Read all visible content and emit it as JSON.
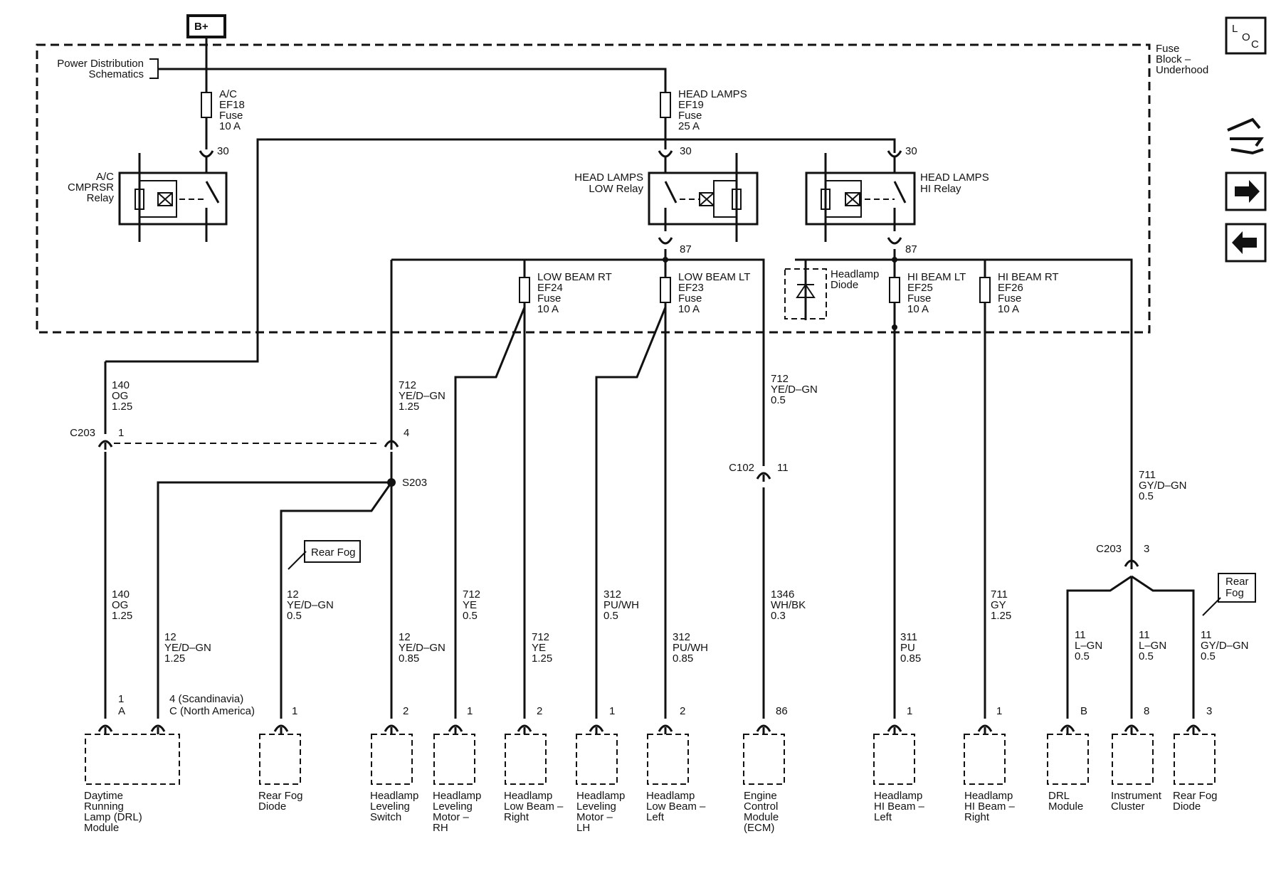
{
  "battery": "B+",
  "fuse_block": [
    "Fuse",
    "Block –",
    "Underhood"
  ],
  "power_distribution": [
    "Power Distribution",
    "Schematics"
  ],
  "fuses": {
    "ac": [
      "A/C",
      "EF18",
      "Fuse",
      "10 A"
    ],
    "head_lamps": [
      "HEAD LAMPS",
      "EF19",
      "Fuse",
      "25 A"
    ],
    "low_beam_rt": [
      "LOW BEAM RT",
      "EF24",
      "Fuse",
      "10 A"
    ],
    "low_beam_lt": [
      "LOW BEAM LT",
      "EF23",
      "Fuse",
      "10 A"
    ],
    "hi_beam_lt": [
      "HI BEAM LT",
      "EF25",
      "Fuse",
      "10 A"
    ],
    "hi_beam_rt": [
      "HI BEAM RT",
      "EF26",
      "Fuse",
      "10 A"
    ]
  },
  "relays": {
    "ac": [
      "A/C",
      "CMPRSR",
      "Relay"
    ],
    "low": [
      "HEAD LAMPS",
      "LOW Relay"
    ],
    "hi": [
      "HEAD LAMPS",
      "HI Relay"
    ]
  },
  "pins": {
    "p30": "30",
    "p87": "87"
  },
  "headlamp_diode": [
    "Headlamp",
    "Diode"
  ],
  "wires": {
    "w140a": [
      "140",
      "OG",
      "1.25"
    ],
    "w712a": [
      "712",
      "YE/D–GN",
      "1.25"
    ],
    "w712ecm": [
      "712",
      "YE/D–GN",
      "0.5"
    ],
    "w711": [
      "711",
      "GY/D–GN",
      "0.5"
    ],
    "w140b": [
      "140",
      "OG",
      "1.25"
    ],
    "w12a": [
      "12",
      "YE/D–GN",
      "1.25"
    ],
    "w12b": [
      "12",
      "YE/D–GN",
      "0.5"
    ],
    "w12c": [
      "12",
      "YE/D–GN",
      "0.85"
    ],
    "w712ye05": [
      "712",
      "YE",
      "0.5"
    ],
    "w712ye125": [
      "712",
      "YE",
      "1.25"
    ],
    "w312a": [
      "312",
      "PU/WH",
      "0.5"
    ],
    "w312b": [
      "312",
      "PU/WH",
      "0.85"
    ],
    "w1346": [
      "1346",
      "WH/BK",
      "0.3"
    ],
    "w311": [
      "311",
      "PU",
      "0.85"
    ],
    "w711gy": [
      "711",
      "GY",
      "1.25"
    ],
    "w11a": [
      "11",
      "L–GN",
      "0.5"
    ],
    "w11b": [
      "11",
      "L–GN",
      "0.5"
    ],
    "w11c": [
      "11",
      "GY/D–GN",
      "0.5"
    ]
  },
  "connectors": {
    "c203": "C203",
    "c203_p1": "1",
    "c203_p4": "4",
    "c102": "C102",
    "c102_p11": "11",
    "c203b": "C203",
    "c203b_p3": "3",
    "s203": "S203"
  },
  "rear_fog_flag": [
    "Rear Fog"
  ],
  "rear_fog_flag2": [
    "Rear",
    "Fog"
  ],
  "components": {
    "drl": {
      "name": [
        "Daytime",
        "Running",
        "Lamp (DRL)",
        "Module"
      ],
      "pin1": [
        "1",
        "A"
      ],
      "pin2": [
        "4 (Scandinavia)",
        "C (North America)"
      ]
    },
    "rear_fog_diode": {
      "name": [
        "Rear Fog",
        "Diode"
      ],
      "pin": "1"
    },
    "hl_switch": {
      "name": [
        "Headlamp",
        "Leveling",
        "Switch"
      ],
      "pin": "2"
    },
    "hl_motor_rh": {
      "name": [
        "Headlamp",
        "Leveling",
        "Motor –",
        "RH"
      ],
      "pin": "1"
    },
    "hl_low_right": {
      "name": [
        "Headlamp",
        "Low Beam –",
        "Right"
      ],
      "pin": "2"
    },
    "hl_motor_lh": {
      "name": [
        "Headlamp",
        "Leveling",
        "Motor –",
        "LH"
      ],
      "pin": "1"
    },
    "hl_low_left": {
      "name": [
        "Headlamp",
        "Low Beam –",
        "Left"
      ],
      "pin": "2"
    },
    "ecm": {
      "name": [
        "Engine",
        "Control",
        "Module",
        "(ECM)"
      ],
      "pin": "86"
    },
    "hl_hi_left": {
      "name": [
        "Headlamp",
        "HI Beam –",
        "Left"
      ],
      "pin": "1"
    },
    "hl_hi_right": {
      "name": [
        "Headlamp",
        "HI Beam –",
        "Right"
      ],
      "pin": "1"
    },
    "drl_module": {
      "name": [
        "DRL",
        "Module"
      ],
      "pin": "B"
    },
    "instrument_cluster": {
      "name": [
        "Instrument",
        "Cluster"
      ],
      "pin": "8"
    },
    "rear_fog_diode2": {
      "name": [
        "Rear Fog",
        "Diode"
      ],
      "pin": "3"
    }
  },
  "nav": {
    "loc_letters": [
      "L",
      "O",
      "C"
    ],
    "icons": [
      "connector-icon",
      "arrow-right-icon",
      "arrow-left-icon"
    ]
  }
}
